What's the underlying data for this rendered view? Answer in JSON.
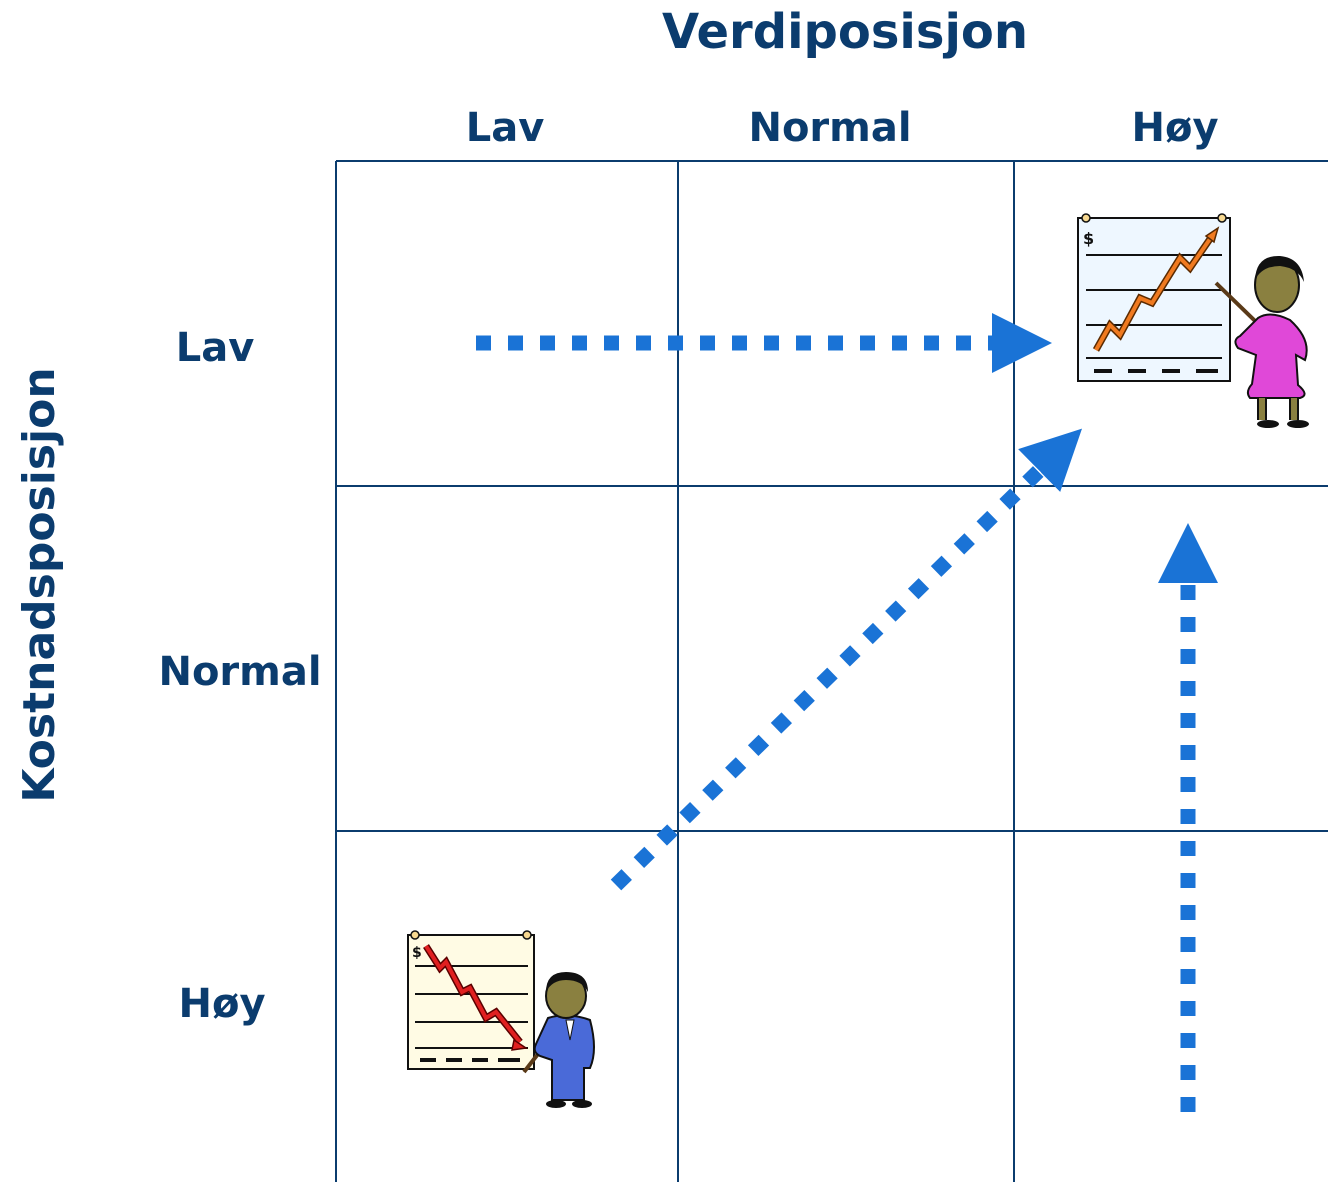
{
  "axes": {
    "x_title": "Verdiposisjon",
    "y_title": "Kostnadsposisjon"
  },
  "columns": [
    "Lav",
    "Normal",
    "Høy"
  ],
  "rows": [
    "Lav",
    "Normal",
    "Høy"
  ],
  "colors": {
    "grid": "#0b3c6e",
    "label": "#0b3c6e",
    "arrow": "#1a73d6"
  },
  "figures": {
    "top_right": {
      "icon": "presenter-rising-chart-icon",
      "chart_symbol": "$"
    },
    "bottom_left": {
      "icon": "presenter-falling-chart-icon",
      "chart_symbol": "$"
    }
  },
  "arrows": [
    {
      "name": "arrow-horizontal",
      "from": "Lav/Lav",
      "to": "Lav/Høy"
    },
    {
      "name": "arrow-diagonal",
      "from": "Høy/Lav",
      "to": "Lav/Høy"
    },
    {
      "name": "arrow-vertical",
      "from": "Høy/Høy",
      "to": "Lav/Høy"
    }
  ]
}
